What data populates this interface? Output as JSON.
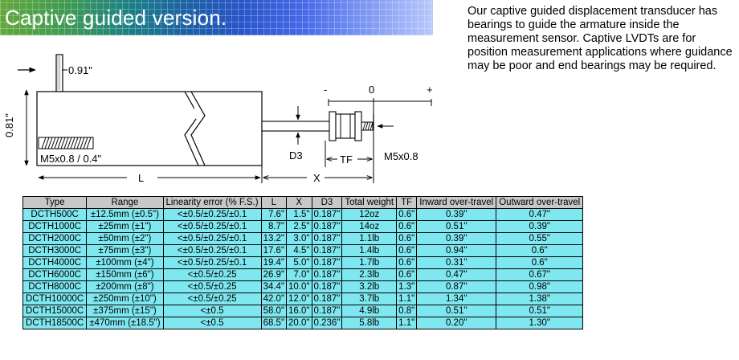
{
  "banner": {
    "title": "Captive guided version."
  },
  "description": "Our captive guided displacement transducer has bearings to guide the armature inside the measurement sensor. Captive LVDTs are for position measurement applications where guidance may be poor and end bearings may be required.",
  "drawing": {
    "dim_top": "0.91\"",
    "dim_height": "0.81\"",
    "thread_left": "M5x0.8 / 0.4\"",
    "label_L": "L",
    "label_X": "X",
    "label_D3": "D3",
    "label_TF": "TF",
    "thread_right": "M5x0.8",
    "minus": "-",
    "zero": "0",
    "plus": "+"
  },
  "table": {
    "headers": [
      "Type",
      "Range",
      "Linearity error (% F.S.)",
      "L",
      "X",
      "D3",
      "Total weight",
      "TF",
      "Inward over-travel",
      "Outward over-travel"
    ],
    "rows": [
      [
        "DCTH500C",
        "±12.5mm (±0.5\")",
        "<±0.5/±0.25/±0.1",
        "7.6\"",
        "1.5\"",
        "0.187\"",
        "12oz",
        "0.6\"",
        "0.39\"",
        "0.47\""
      ],
      [
        "DCTH1000C",
        "±25mm (±1\")",
        "<±0.5/±0.25/±0.1",
        "8.7\"",
        "2.5\"",
        "0.187\"",
        "14oz",
        "0.6\"",
        "0.51\"",
        "0.39\""
      ],
      [
        "DCTH2000C",
        "±50mm (±2\")",
        "<±0.5/±0.25/±0.1",
        "13.2\"",
        "3.0\"",
        "0.187\"",
        "1.1lb",
        "0.6\"",
        "0.39\"",
        "0.55\""
      ],
      [
        "DCTH3000C",
        "±75mm (±3\")",
        "<±0.5/±0.25/±0.1",
        "17.6\"",
        "4.5\"",
        "0.187\"",
        "1.4lb",
        "0.6\"",
        "0.94\"",
        "0.6\""
      ],
      [
        "DCTH4000C",
        "±100mm (±4\")",
        "<±0.5/±0.25/±0.1",
        "19.4\"",
        "5.0\"",
        "0.187\"",
        "1.7lb",
        "0.6\"",
        "0.31\"",
        "0.6\""
      ],
      [
        "DCTH6000C",
        "±150mm (±6\")",
        "<±0.5/±0.25",
        "26.9\"",
        "7.0\"",
        "0.187\"",
        "2.3lb",
        "0.6\"",
        "0.47\"",
        "0.67\""
      ],
      [
        "DCTH8000C",
        "±200mm (±8\")",
        "<±0.5/±0.25",
        "34.4\"",
        "10.0\"",
        "0.187\"",
        "3.2lb",
        "1.3\"",
        "0.87\"",
        "0.98\""
      ],
      [
        "DCTH10000C",
        "±250mm (±10\")",
        "<±0.5/±0.25",
        "42.0\"",
        "12.0\"",
        "0.187\"",
        "3.7lb",
        "1.1\"",
        "1.34\"",
        "1.38\""
      ],
      [
        "DCTH15000C",
        "±375mm (±15\")",
        "<±0.5",
        "58.0\"",
        "16.0\"",
        "0.187\"",
        "4.9lb",
        "0.8\"",
        "0.51\"",
        "0.51\""
      ],
      [
        "DCTH18500C",
        "±470mm (±18.5\")",
        "<±0.5",
        "68.5\"",
        "20.0\"",
        "0.236\"",
        "5.8lb",
        "1.1\"",
        "0.20\"",
        "1.30\""
      ]
    ]
  }
}
